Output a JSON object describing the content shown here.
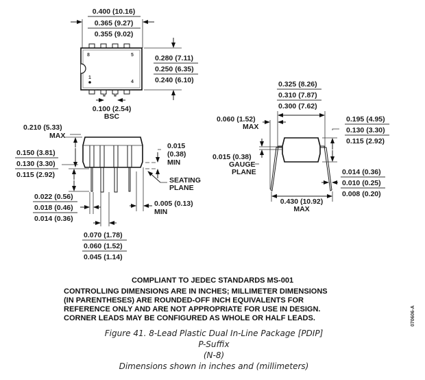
{
  "top_view": {
    "width_dims": [
      "0.400 (10.16)",
      "0.365 (9.27)",
      "0.355 (9.02)"
    ],
    "height_dims": [
      "0.280 (7.11)",
      "0.250 (6.35)",
      "0.240 (6.10)"
    ],
    "pin_labels": {
      "pin8": "8",
      "pin5": "5",
      "pin1": "1",
      "pin4": "4"
    },
    "pitch_dim": "0.100 (2.54)",
    "pitch_note": "BSC"
  },
  "side_view": {
    "height_max_dim": "0.210 (5.33)",
    "height_max_note": "MAX",
    "lead_length_dims": [
      "0.150 (3.81)",
      "0.130 (3.30)",
      "0.115 (2.92)"
    ],
    "standoff_dim": [
      "0.015",
      "(0.38)",
      "MIN"
    ],
    "seating_plane": [
      "SEATING",
      "PLANE"
    ],
    "lead_width_dims": [
      "0.022 (0.56)",
      "0.018 (0.46)",
      "0.014 (0.36)"
    ],
    "shoulder_dims": [
      "0.070 (1.78)",
      "0.060 (1.52)",
      "0.045 (1.14)"
    ],
    "end_gap_dim": [
      "0.005 (0.13)",
      "MIN"
    ]
  },
  "end_view": {
    "row_spacing_dims": [
      "0.325 (8.26)",
      "0.310 (7.87)",
      "0.300 (7.62)"
    ],
    "overhang_dim": [
      "0.060 (1.52)",
      "MAX"
    ],
    "body_thickness_dims": [
      "0.195 (4.95)",
      "0.130 (3.30)",
      "0.115 (2.92)"
    ],
    "gauge_dim": "0.015 (0.38)",
    "gauge_plane": [
      "GAUGE",
      "PLANE"
    ],
    "lead_thickness_dims": [
      "0.014 (0.36)",
      "0.010 (0.25)",
      "0.008 (0.20)"
    ],
    "overall_width_dim": [
      "0.430 (10.92)",
      "MAX"
    ]
  },
  "notes": {
    "compliance": "COMPLIANT TO JEDEC STANDARDS MS-001",
    "lines": [
      "CONTROLLING DIMENSIONS ARE IN INCHES; MILLIMETER DIMENSIONS",
      "(IN PARENTHESES) ARE ROUNDED-OFF INCH EQUIVALENTS FOR",
      "REFERENCE ONLY AND ARE NOT APPROPRIATE FOR USE IN DESIGN.",
      "CORNER LEADS MAY BE CONFIGURED AS WHOLE OR HALF LEADS."
    ]
  },
  "caption": {
    "title": "Figure 41. 8-Lead Plastic Dual In-Line Package [PDIP]",
    "suffix": "P-Suffix",
    "code": "(N-8)",
    "units": "Dimensions shown in inches and (millimeters)"
  },
  "drawing_id": "070606-A"
}
